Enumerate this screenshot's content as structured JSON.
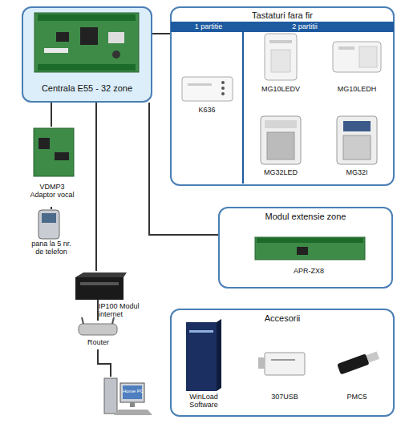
{
  "diagram": {
    "nodes": [
      {
        "text": [
          "Centrala E55 - 32 zone"
        ]
      },
      {
        "text": [
          "Tastaturi fara fir"
        ]
      },
      {
        "text": [
          "Modul extensie zone"
        ]
      },
      {
        "text": [
          "Accesorii"
        ]
      },
      {
        "text": [
          "VDMP3 Adaptor vocal"
        ]
      },
      {
        "text": [
          "pana la 5 nr. de telefon"
        ]
      },
      {
        "text": [
          "IP100 Modul internet"
        ]
      },
      {
        "text": [
          "Router"
        ]
      },
      {
        "text": [
          "Home PC"
        ]
      }
    ],
    "edges": [
      {
        "from": 0,
        "to": 1,
        "arrow": "none"
      },
      {
        "from": 0,
        "to": 2,
        "arrow": "none"
      },
      {
        "from": 0,
        "to": 4,
        "arrow": "none"
      },
      {
        "from": 4,
        "to": 5,
        "arrow": "none"
      },
      {
        "from": 0,
        "to": 6,
        "arrow": "none"
      },
      {
        "from": 6,
        "to": 7,
        "arrow": "none"
      },
      {
        "from": 7,
        "to": 8,
        "arrow": "none"
      }
    ],
    "labels": [
      "1 partitie",
      "2 partitii",
      "K636",
      "MG10LEDV",
      "MG10LEDH",
      "MG32LED",
      "MG32I",
      "APR-ZX8",
      "WinLoad Software",
      "307USB",
      "PMC5"
    ]
  }
}
